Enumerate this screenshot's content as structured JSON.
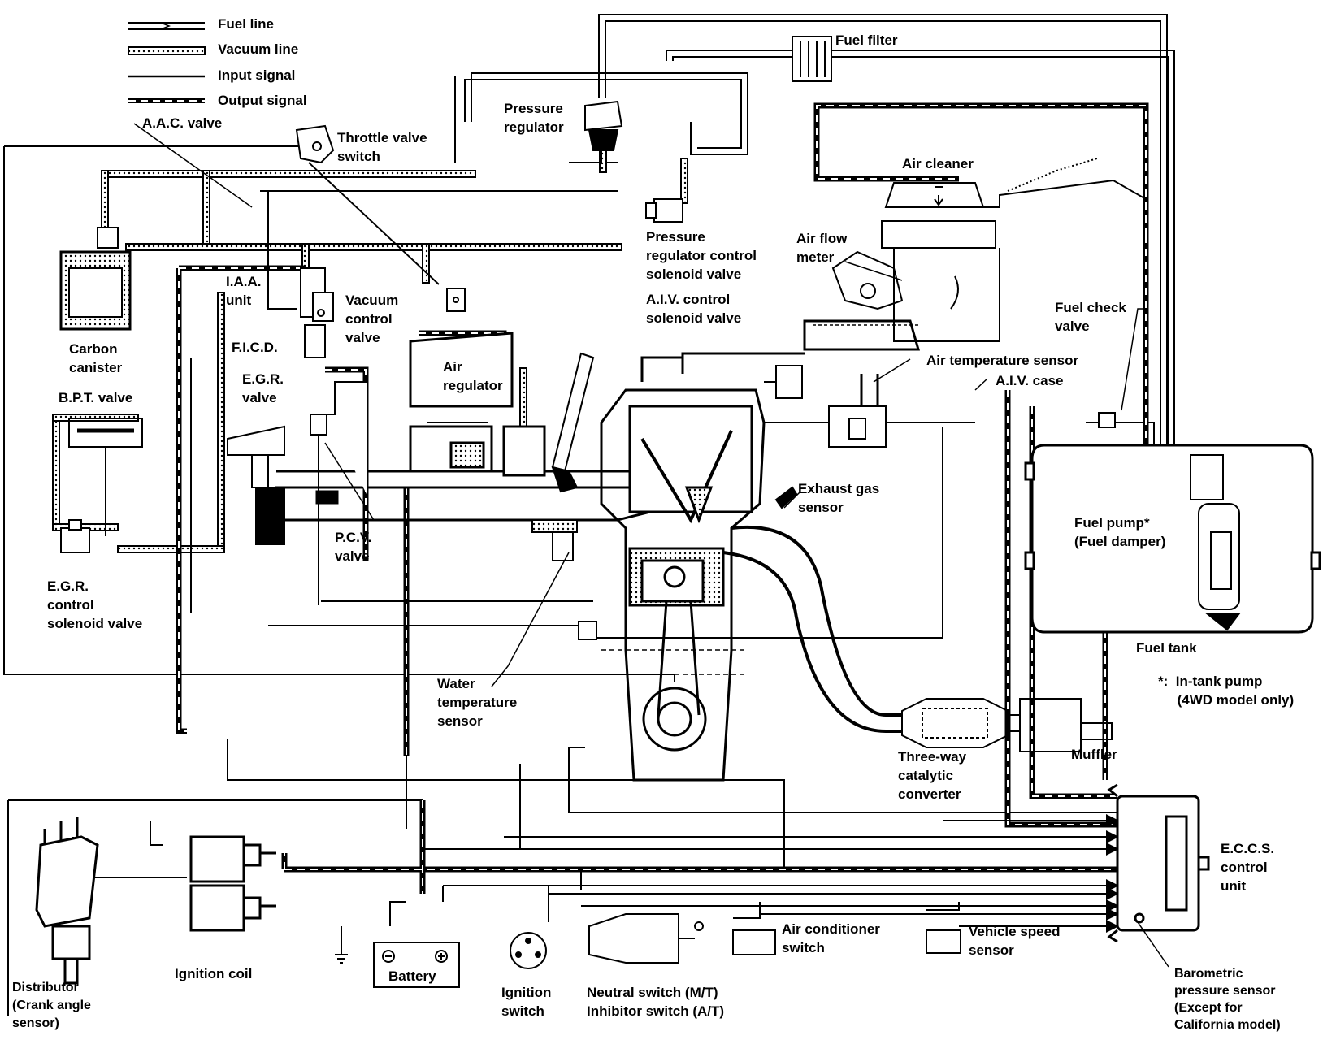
{
  "legend": {
    "fuel_line": "Fuel line",
    "vacuum_line": "Vacuum line",
    "input_signal": "Input signal",
    "output_signal": "Output signal"
  },
  "labels": {
    "aac_valve": "A.A.C. valve",
    "throttle_valve_switch": "Throttle valve\nswitch",
    "pressure_regulator": "Pressure\nregulator",
    "fuel_filter": "Fuel filter",
    "air_cleaner": "Air cleaner",
    "pressure_regulator_control_solenoid_valve": "Pressure\nregulator control\nsolenoid valve",
    "air_flow_meter": "Air flow\nmeter",
    "iaa_unit": "I.A.A.\nunit",
    "vacuum_control_valve": "Vacuum\ncontrol\nvalve",
    "carbon_canister": "Carbon\ncanister",
    "ficd": "F.I.C.D.",
    "aiv_control_solenoid_valve": "A.I.V. control\nsolenoid valve",
    "fuel_check_valve": "Fuel check\nvalve",
    "air_regulator": "Air\nregulator",
    "air_temperature_sensor": "Air temperature sensor",
    "aiv_case": "A.I.V. case",
    "bpt_valve": "B.P.T. valve",
    "egr_valve": "E.G.R.\nvalve",
    "exhaust_gas_sensor": "Exhaust gas\nsensor",
    "fuel_pump": "Fuel pump*\n(Fuel damper)",
    "pcv_valve": "P.C.V.\nvalve",
    "egr_control_solenoid_valve": "E.G.R.\ncontrol\nsolenoid valve",
    "fuel_tank": "Fuel tank",
    "in_tank_pump_note": "*:  In-tank pump\n     (4WD model only)",
    "water_temperature_sensor": "Water\ntemperature\nsensor",
    "three_way_catalytic_converter": "Three-way\ncatalytic\nconverter",
    "muffler": "Muffler",
    "eccs_control_unit": "E.C.C.S.\ncontrol\nunit",
    "air_conditioner_switch": "Air conditioner\nswitch",
    "vehicle_speed_sensor": "Vehicle speed\nsensor",
    "barometric_pressure_sensor": "Barometric\npressure sensor\n(Except for\nCalifornia model)",
    "distributor": "Distributor\n(Crank angle\nsensor)",
    "ignition_coil": "Ignition coil",
    "battery": "Battery",
    "ignition_switch": "Ignition\nswitch",
    "neutral_switch": "Neutral switch (M/T)\nInhibitor switch (A/T)"
  }
}
